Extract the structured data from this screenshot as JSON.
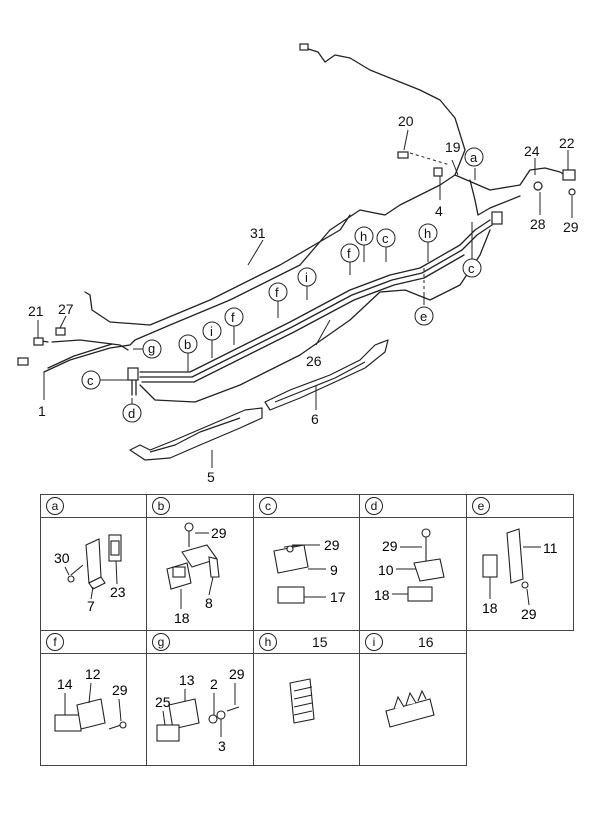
{
  "callouts": {
    "n1": "1",
    "n2": "2",
    "n3": "3",
    "n4": "4",
    "n5": "5",
    "n6": "6",
    "n7": "7",
    "n8": "8",
    "n9": "9",
    "n10": "10",
    "n11": "11",
    "n12": "12",
    "n13": "13",
    "n14": "14",
    "n15": "15",
    "n16": "16",
    "n17": "17",
    "n18": "18",
    "n19": "19",
    "n20": "20",
    "n21": "21",
    "n22": "22",
    "n23": "23",
    "n24": "24",
    "n25": "25",
    "n26": "26",
    "n27": "27",
    "n28": "28",
    "n29": "29",
    "n30": "30",
    "n31": "31"
  },
  "letters": {
    "a": "a",
    "b": "b",
    "c": "c",
    "d": "d",
    "e": "e",
    "f": "f",
    "g": "g",
    "h": "h",
    "i": "i"
  },
  "details": [
    {
      "letter": "a",
      "parts": [
        "30",
        "7",
        "23"
      ]
    },
    {
      "letter": "b",
      "parts": [
        "29",
        "8",
        "18"
      ]
    },
    {
      "letter": "c",
      "parts": [
        "29",
        "9",
        "17"
      ]
    },
    {
      "letter": "d",
      "parts": [
        "29",
        "10",
        "18"
      ]
    },
    {
      "letter": "e",
      "parts": [
        "11",
        "18",
        "29"
      ]
    },
    {
      "letter": "f",
      "parts": [
        "12",
        "14",
        "29"
      ]
    },
    {
      "letter": "g",
      "parts": [
        "13",
        "2",
        "29",
        "25",
        "3"
      ]
    },
    {
      "letter": "h",
      "part": "15"
    },
    {
      "letter": "i",
      "part": "16"
    }
  ],
  "colors": {
    "line": "#222222",
    "border": "#444444",
    "background": "#ffffff"
  }
}
